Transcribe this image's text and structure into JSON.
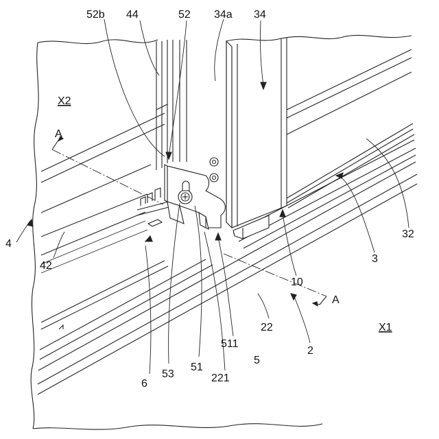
{
  "labels": {
    "l52b": "52b",
    "l44": "44",
    "l52": "52",
    "l34a": "34a",
    "l34": "34",
    "x2": "X2",
    "a_top": "A",
    "l4": "4",
    "l42": "42",
    "l32": "32",
    "l3": "3",
    "l10": "10",
    "a_bottom": "A",
    "l22": "22",
    "x1": "X1",
    "l2": "2",
    "l6": "6",
    "l53": "53",
    "l51": "51",
    "l221": "221",
    "l511": "511",
    "l5": "5"
  },
  "colors": {
    "line": "#222222",
    "background": "#ffffff"
  }
}
